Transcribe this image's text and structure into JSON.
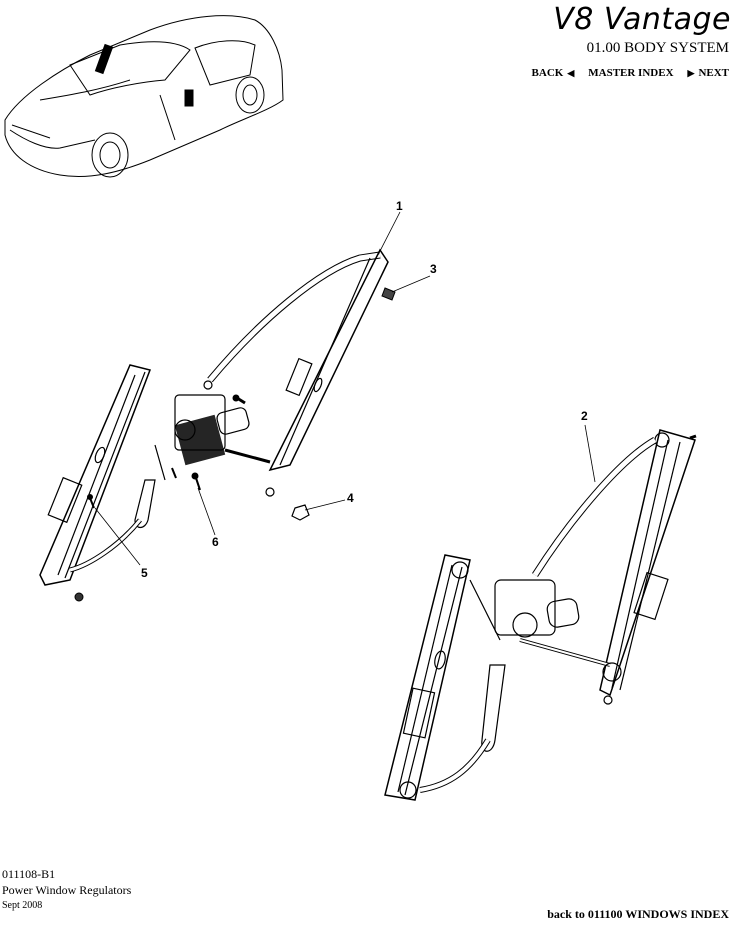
{
  "header": {
    "brand": "V8 Vantage",
    "section": "01.00 BODY SYSTEM"
  },
  "nav": {
    "back": "BACK",
    "master_index": "MASTER INDEX",
    "next": "NEXT"
  },
  "callouts": [
    "1",
    "2",
    "3",
    "4",
    "5",
    "6"
  ],
  "footer": {
    "code": "011108-B1",
    "title": "Power Window Regulators",
    "date": "Sept 2008",
    "back_link": "back to 011100 WINDOWS INDEX"
  }
}
